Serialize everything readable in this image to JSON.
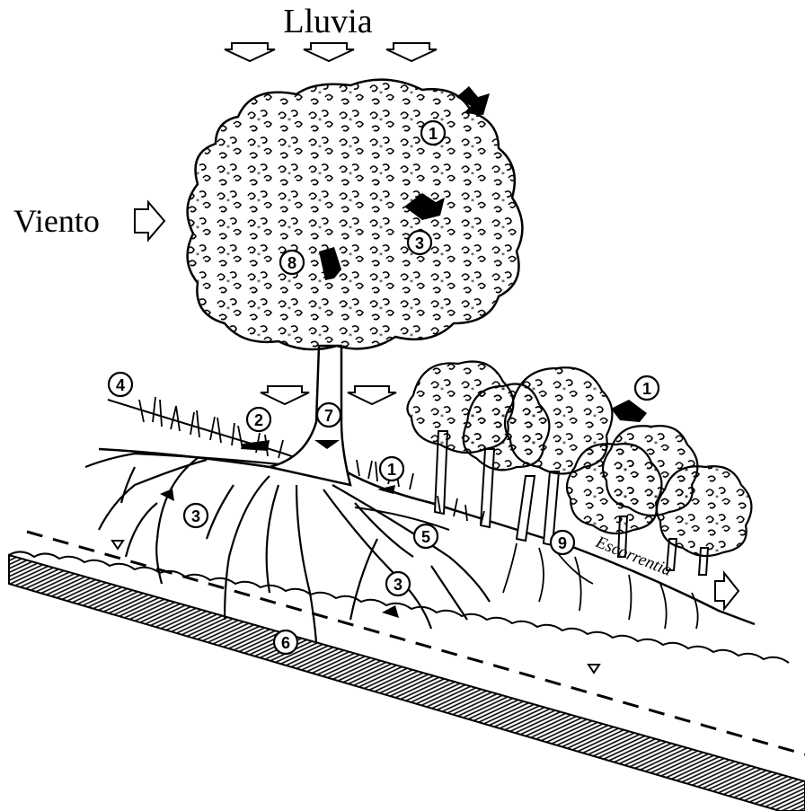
{
  "labels": {
    "rain": "Lluvia",
    "wind": "Viento",
    "runoff": "Escorrentia"
  },
  "markers": {
    "m1a": "1",
    "m1b": "1",
    "m1c": "1",
    "m2": "2",
    "m3a": "3",
    "m3b": "3",
    "m3c": "3",
    "m4": "4",
    "m5": "5",
    "m6": "6",
    "m7": "7",
    "m8": "8",
    "m9": "9"
  },
  "colors": {
    "ink": "#000000",
    "paper": "#ffffff"
  }
}
